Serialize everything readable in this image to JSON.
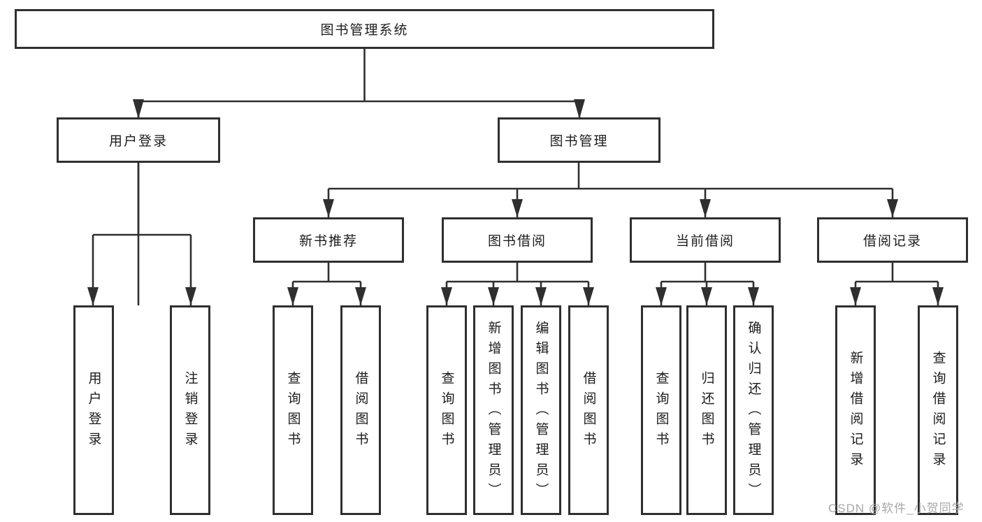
{
  "diagram": {
    "root": {
      "label": "图书管理系统"
    },
    "branches": [
      {
        "label": "用户登录",
        "children": [
          {
            "label": "用户登录"
          },
          {
            "label": "注销登录"
          }
        ]
      },
      {
        "label": "图书管理",
        "sections": [
          {
            "label": "新书推荐",
            "children": [
              {
                "label": "查询图书"
              },
              {
                "label": "借阅图书"
              }
            ]
          },
          {
            "label": "图书借阅",
            "children": [
              {
                "label": "查询图书"
              },
              {
                "label": "新增图书（管理员）"
              },
              {
                "label": "编辑图书（管理员）"
              },
              {
                "label": "借阅图书"
              }
            ]
          },
          {
            "label": "当前借阅",
            "children": [
              {
                "label": "查询图书"
              },
              {
                "label": "归还图书"
              },
              {
                "label": "确认归还（管理员）"
              }
            ]
          },
          {
            "label": "借阅记录",
            "children": [
              {
                "label": "新增借阅记录"
              },
              {
                "label": "查询借阅记录"
              }
            ]
          }
        ]
      }
    ]
  },
  "watermark": {
    "text": "CSDN @软件_小贺同学"
  },
  "colors": {
    "line": "#2f2f2f",
    "text": "#1c1c1c",
    "watermark": "#a8a8a8"
  }
}
